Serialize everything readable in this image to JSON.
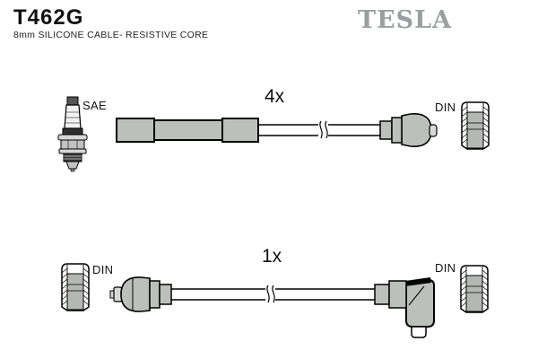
{
  "page": {
    "background": "#ffffff"
  },
  "header": {
    "part_number": "T462G",
    "subtitle": "8mm SILICONE CABLE- RESISTIVE CORE",
    "brand": "TESLA",
    "brand_color": "#9a9f9f"
  },
  "palette": {
    "outline": "#000000",
    "boot_fill": "#bcc0bb",
    "cap_core_fill": "#b4b8b4",
    "metal_fill": "#c2c2c2"
  },
  "icons": [
    {
      "name": "spark-plug-icon",
      "shape": "spark plug side view"
    },
    {
      "name": "din-cap-icon",
      "shape": "DIN cap cross-section cup"
    },
    {
      "name": "cable-break-icon",
      "shape": "double squiggle break mark"
    }
  ],
  "diagrams": {
    "top_cable": {
      "quantity_label": "4x",
      "left_connector_label": "SAE",
      "right_connector_label": "DIN"
    },
    "bottom_cable": {
      "quantity_label": "1x",
      "left_connector_label": "DIN",
      "right_connector_label": "DIN"
    }
  }
}
